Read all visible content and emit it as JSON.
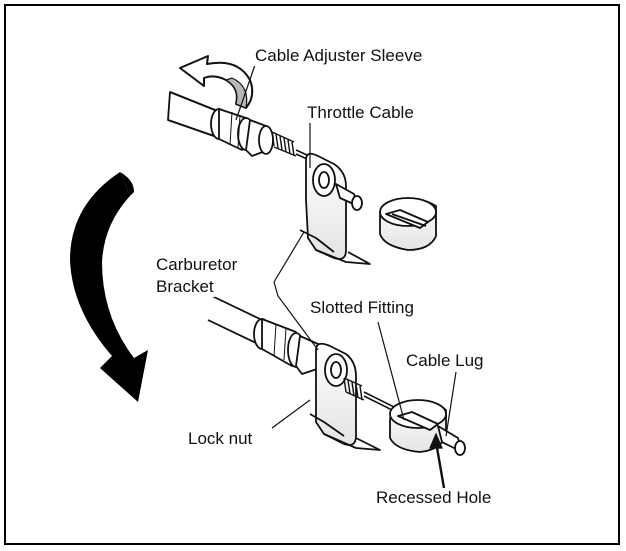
{
  "colors": {
    "ink": "#111111",
    "arrow_black": "#000000",
    "arrow_gray": "#b8b8b8",
    "background": "#ffffff"
  },
  "labels": {
    "cable_adjuster_sleeve": "Cable Adjuster Sleeve",
    "throttle_cable": "Throttle Cable",
    "carburetor_bracket_line1": "Carburetor",
    "carburetor_bracket_line2": "Bracket",
    "slotted_fitting": "Slotted Fitting",
    "cable_lug": "Cable Lug",
    "lock_nut": "Lock nut",
    "recessed_hole": "Recessed Hole"
  },
  "icons": {
    "rotation_arrow_small": "curved-arrow-icon",
    "rotation_arrow_large": "curved-arrow-down-icon"
  }
}
